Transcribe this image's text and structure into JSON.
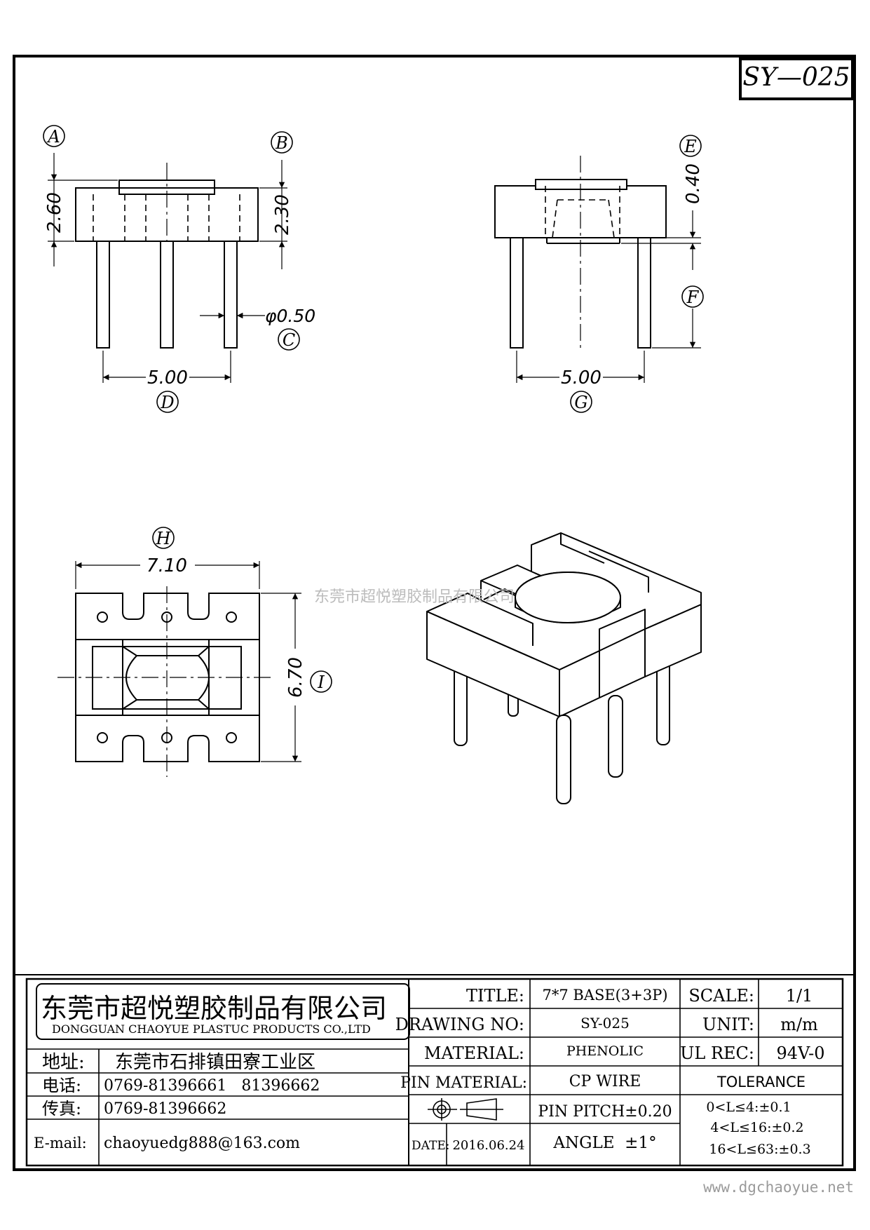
{
  "drawing_id": "SY—025",
  "watermark": "东莞市超悦塑胶制品有限公司",
  "website": "www.dgchaoyue.net",
  "views": {
    "front": {
      "labels": {
        "a": "A",
        "b": "B",
        "c": "C",
        "d": "D"
      },
      "dims": {
        "a": "2.60",
        "b": "2.30",
        "c": "φ0.50",
        "d": "5.00"
      }
    },
    "side": {
      "labels": {
        "e": "E",
        "f": "F",
        "g": "G"
      },
      "dims": {
        "e": "0.40",
        "g": "5.00"
      }
    },
    "top": {
      "labels": {
        "h": "H",
        "i": "I"
      },
      "dims": {
        "h": "7.10",
        "i": "6.70"
      }
    }
  },
  "title_block": {
    "company_cn": "东莞市超悦塑胶制品有限公司",
    "company_en": "DONGGUAN CHAOYUE PLASTUC PRODUCTS CO.,LTD",
    "address_label": "地址:",
    "address": "东莞市石排镇田寮工业区",
    "phone_label": "电话:",
    "phone": "0769-81396661   81396662",
    "fax_label": "传真:",
    "fax": "0769-81396662",
    "email_label": "E-mail:",
    "email": "chaoyuedg888@163.com",
    "title_label": "TITLE:",
    "title": "7*7 BASE(3+3P)",
    "drawing_no_label": "DRAWING NO:",
    "drawing_no": "SY-025",
    "material_label": "MATERIAL:",
    "material": "PHENOLIC",
    "pin_material_label": "PIN MATERIAL:",
    "pin_material": "CP WIRE",
    "date_label": "DATE:",
    "date": "2016.06.24",
    "pin_pitch": "PIN PITCH±0.20",
    "angle": "ANGLE  ±1°",
    "scale_label": "SCALE:",
    "scale": "1/1",
    "unit_label": "UNIT:",
    "unit": "m/m",
    "ul_label": "UL REC:",
    "ul": "94V-0",
    "tolerance_label": "TOLERANCE",
    "tolerances": [
      "0<L≤4:±0.1",
      "4<L≤16:±0.2",
      "16<L≤63:±0.3"
    ]
  }
}
